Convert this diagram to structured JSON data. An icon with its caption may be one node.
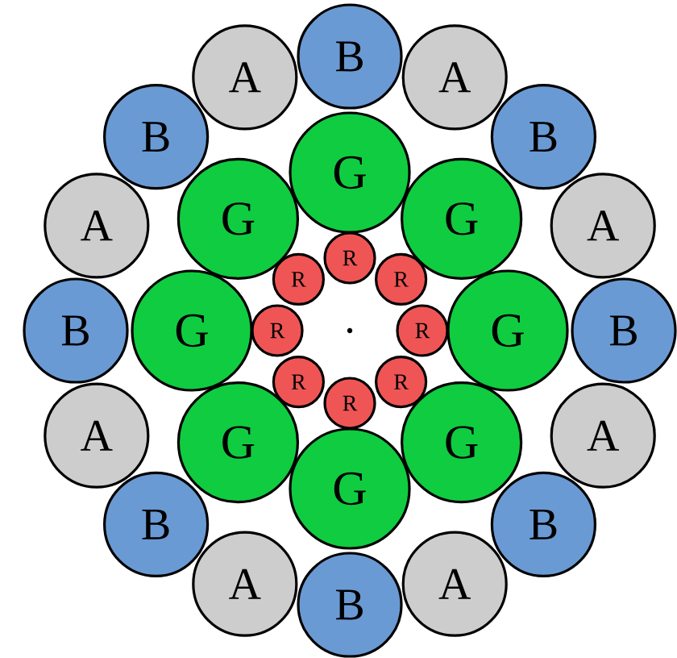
{
  "diagram": {
    "nodes": [
      {
        "text": [
          "B"
        ]
      },
      {
        "text": [
          "A"
        ]
      },
      {
        "text": [
          "B"
        ]
      },
      {
        "text": [
          "A"
        ]
      },
      {
        "text": [
          "B"
        ]
      },
      {
        "text": [
          "A"
        ]
      },
      {
        "text": [
          "B"
        ]
      },
      {
        "text": [
          "A"
        ]
      },
      {
        "text": [
          "B"
        ]
      },
      {
        "text": [
          "A"
        ]
      },
      {
        "text": [
          "B"
        ]
      },
      {
        "text": [
          "A"
        ]
      },
      {
        "text": [
          "B"
        ]
      },
      {
        "text": [
          "A"
        ]
      },
      {
        "text": [
          "B"
        ]
      },
      {
        "text": [
          "A"
        ]
      },
      {
        "text": [
          "G"
        ]
      },
      {
        "text": [
          "G"
        ]
      },
      {
        "text": [
          "G"
        ]
      },
      {
        "text": [
          "G"
        ]
      },
      {
        "text": [
          "G"
        ]
      },
      {
        "text": [
          "G"
        ]
      },
      {
        "text": [
          "G"
        ]
      },
      {
        "text": [
          "G"
        ]
      },
      {
        "text": [
          "R"
        ]
      },
      {
        "text": [
          "R"
        ]
      },
      {
        "text": [
          "R"
        ]
      },
      {
        "text": [
          "R"
        ]
      },
      {
        "text": [
          "R"
        ]
      },
      {
        "text": [
          "R"
        ]
      },
      {
        "text": [
          "R"
        ]
      },
      {
        "text": [
          "R"
        ]
      }
    ]
  }
}
